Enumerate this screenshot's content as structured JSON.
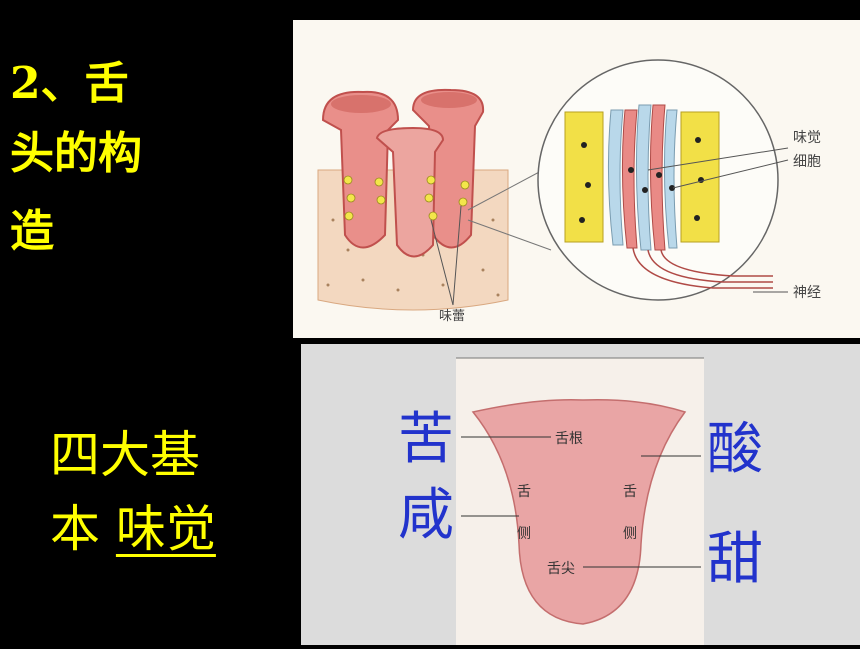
{
  "heading": {
    "line1": "2、舌",
    "line2": "头的构",
    "line3": "造"
  },
  "subheading": {
    "line1": "四大基",
    "line2_prefix": "本 ",
    "line2_underlined": "味觉"
  },
  "top_diagram": {
    "taste_bud_label": "味蕾",
    "taste_cell_label_1": "味觉",
    "taste_cell_label_2": "细胞",
    "nerve_label": "神经"
  },
  "tongue_diagram": {
    "root": "舌根",
    "side_left_1": "舌",
    "side_left_2": "侧",
    "side_right_1": "舌",
    "side_right_2": "侧",
    "tip": "舌尖"
  },
  "tastes": {
    "bitter": "苦",
    "salty": "咸",
    "sour": "酸",
    "sweet": "甜"
  },
  "colors": {
    "heading": "#ffff00",
    "taste_text": "#2233cc",
    "tongue": "#e9a5a5",
    "background": "#000000"
  }
}
